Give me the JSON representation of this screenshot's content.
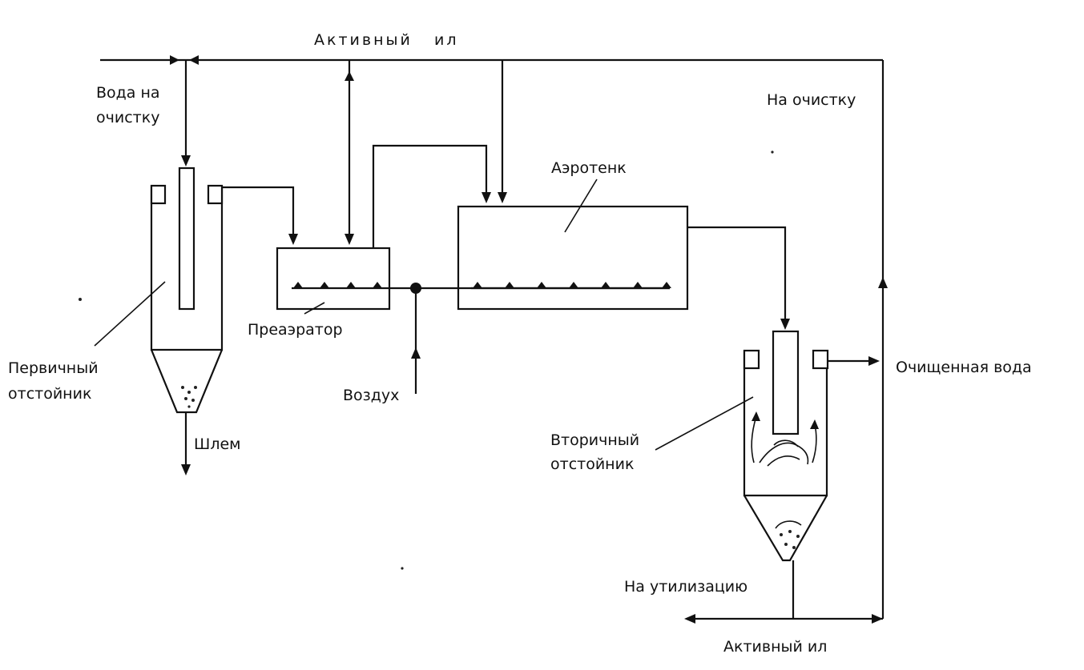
{
  "labels": {
    "active_sludge_top": "Активный   ил",
    "water_to_treatment_line1": "Вода на",
    "water_to_treatment_line2": "очистку",
    "to_treatment": "На очистку",
    "aerotank": "Аэротенк",
    "pre_aerator": "Преаэратор",
    "primary_settler_line1": "Первичный",
    "primary_settler_line2": "отстойник",
    "sludge": "Шлем",
    "air": "Воздух",
    "secondary_settler_line1": "Вторичный",
    "secondary_settler_line2": "отстойник",
    "purified_water": "Очищенная вода",
    "to_utilization": "На утилизацию",
    "active_sludge_bottom": "Активный ил"
  },
  "colors": {
    "ink": "#111111",
    "paper": "#ffffff"
  }
}
